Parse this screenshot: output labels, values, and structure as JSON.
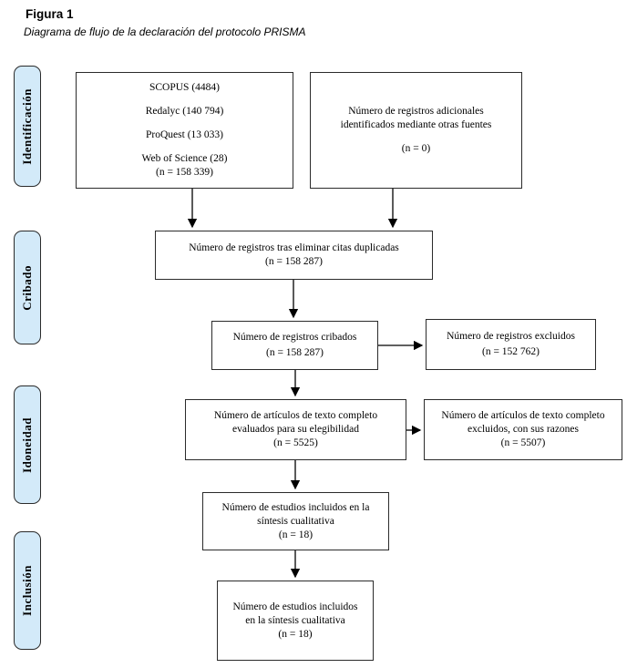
{
  "header": {
    "figure_label": "Figura 1",
    "figure_caption": "Diagrama de flujo de la declaración del protocolo PRISMA"
  },
  "stages": [
    {
      "label": "Identificación"
    },
    {
      "label": "Cribado"
    },
    {
      "label": "Idoneidad"
    },
    {
      "label": "Inclusión"
    }
  ],
  "boxes": {
    "sources": {
      "lines": [
        "SCOPUS (4484)",
        "Redalyc (140 794)",
        "ProQuest (13 033)",
        "Web of Science (28)"
      ],
      "n": "(n = 158 339)"
    },
    "additional_records": {
      "lines": [
        "Número de registros adicionales",
        "identificados mediante otras fuentes"
      ],
      "n": "(n = 0)"
    },
    "after_duplicates": {
      "lines": [
        "Número de registros tras eliminar citas duplicadas"
      ],
      "n": "(n = 158 287)"
    },
    "screened": {
      "lines": [
        "Número de registros cribados"
      ],
      "n": "(n = 158 287)"
    },
    "excluded": {
      "lines": [
        "Número de registros excluidos"
      ],
      "n": "(n = 152 762)"
    },
    "fulltext_assessed": {
      "lines": [
        "Número de artículos de texto completo",
        "evaluados para su elegibilidad"
      ],
      "n": "(n = 5525)"
    },
    "fulltext_excluded": {
      "lines": [
        "Número de artículos de texto completo",
        "excluidos, con sus razones"
      ],
      "n": "(n = 5507)"
    },
    "qualitative_included": {
      "lines": [
        "Número de estudios incluidos en la",
        "síntesis cualitativa"
      ],
      "n": "(n = 18)"
    },
    "final_included": {
      "lines": [
        "Número de estudios incluidos",
        "en la síntesis cualitativa"
      ],
      "n": "(n = 18)"
    }
  },
  "colors": {
    "stage_fill": "#d3eaf9",
    "box_border": "#2b2b2b",
    "arrow": "#000000"
  }
}
